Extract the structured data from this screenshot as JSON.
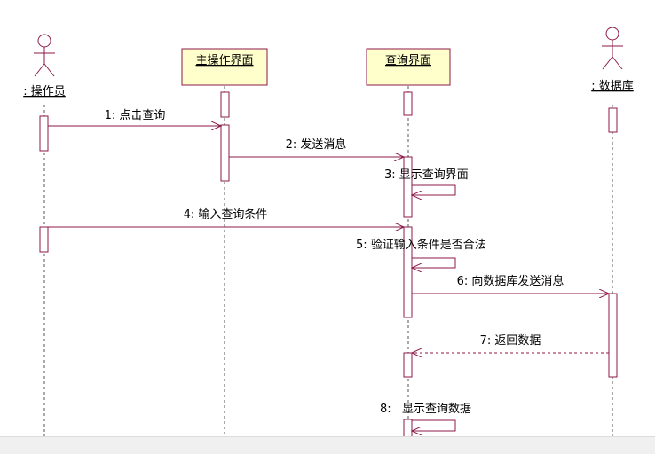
{
  "colors": {
    "line": "#8b1a4a",
    "box_fill": "#ffffcc",
    "box_border": "#8b1a4a",
    "actor": "#8b1a4a",
    "lifeline": "#555555"
  },
  "participants": [
    {
      "id": "operator",
      "label": ": 操作员",
      "kind": "actor"
    },
    {
      "id": "main_ui",
      "label": "主操作界面",
      "kind": "object"
    },
    {
      "id": "query_ui",
      "label": "查询界面",
      "kind": "object"
    },
    {
      "id": "database",
      "label": ": 数据库",
      "kind": "actor"
    }
  ],
  "messages": [
    {
      "label": "1: 点击查询",
      "from": "operator",
      "to": "main_ui",
      "type": "sync"
    },
    {
      "label": "2: 发送消息",
      "from": "main_ui",
      "to": "query_ui",
      "type": "sync"
    },
    {
      "label": "3: 显示查询界面",
      "from": "query_ui",
      "to": "query_ui",
      "type": "self"
    },
    {
      "label": "4: 输入查询条件",
      "from": "operator",
      "to": "query_ui",
      "type": "sync"
    },
    {
      "label": "5: 验证输入条件是否合法",
      "from": "query_ui",
      "to": "query_ui",
      "type": "self"
    },
    {
      "label": "6: 向数据库发送消息",
      "from": "query_ui",
      "to": "database",
      "type": "sync"
    },
    {
      "label": "7: 返回数据",
      "from": "database",
      "to": "query_ui",
      "type": "return"
    },
    {
      "label": "8:   显示查询数据",
      "from": "query_ui",
      "to": "query_ui",
      "type": "self"
    }
  ]
}
